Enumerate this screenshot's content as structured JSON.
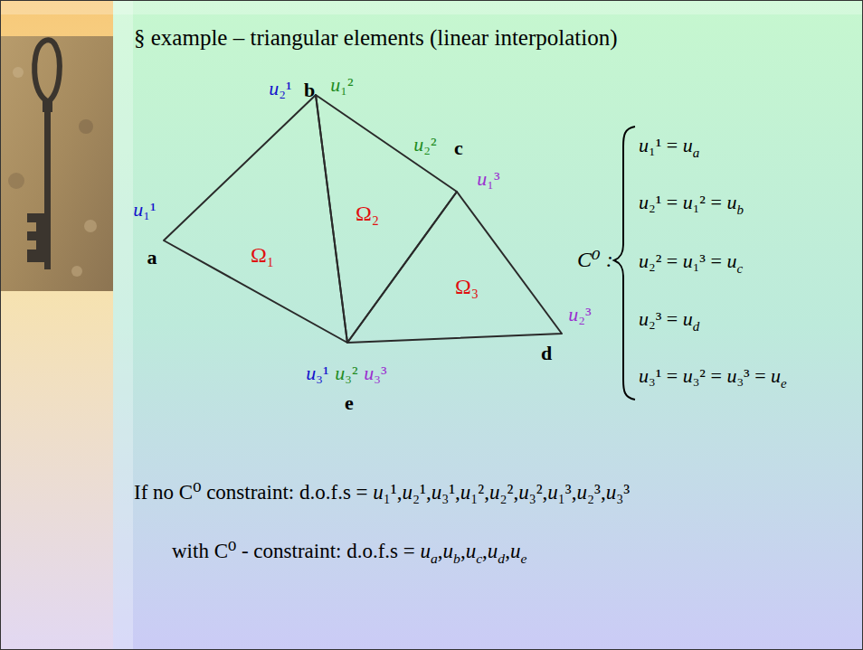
{
  "diagram": {
    "title": "§ example – triangular elements (linear interpolation)",
    "nodes": [
      {
        "text": [
          "Ω₁"
        ]
      },
      {
        "text": [
          "Ω₂"
        ]
      },
      {
        "text": [
          "Ω₃"
        ]
      }
    ],
    "labels": [
      "u₁¹",
      "a",
      "u₂¹",
      "b",
      "u₁²",
      "c",
      "u₂²",
      "u₁³",
      "u₂³",
      "d",
      "u₃¹",
      "u₃²",
      "u₃³",
      "e",
      "C⁰ :",
      "u₁¹ = ua",
      "u₂¹ = u₁² = ub",
      "u₂² = u₁³ = uc",
      "u₂³ = ud",
      "u₃¹ = u₃² = u₃³ = ue",
      "If no C⁰ constraint: d.o.f.s = u₁¹,u₂¹,u₃¹,u₁²,u₂²,u₃²,u₁³,u₂³,u₃³",
      "with C⁰ - constraint: d.o.f.s = ua,ub,uc,ud,ue"
    ]
  }
}
